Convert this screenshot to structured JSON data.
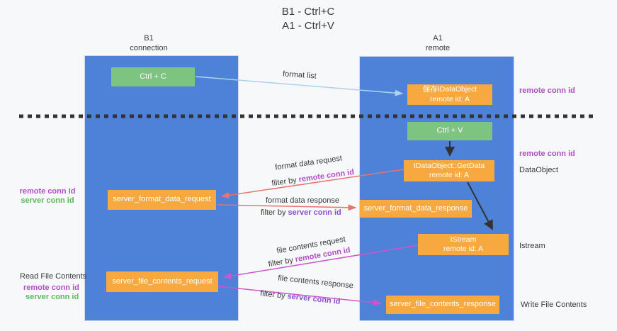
{
  "title": {
    "line1": "B1 - Ctrl+C",
    "line2": "A1 - Ctrl+V"
  },
  "lanes": {
    "left": {
      "title": "B1",
      "subtitle": "connection"
    },
    "right": {
      "title": "A1",
      "subtitle": "remote"
    }
  },
  "boxes": {
    "ctrl_c": {
      "label": "Ctrl + C"
    },
    "ctrl_v": {
      "label": "Ctrl + V"
    },
    "save_idataobject": {
      "line1": "保存IDataObject",
      "line2": "remote id: A"
    },
    "getdata": {
      "line1": "IDataObject::GetData",
      "line2": "remote id: A"
    },
    "istream": {
      "line1": "IStream",
      "line2": "remote id: A"
    },
    "server_format_data_request": {
      "label": "server_format_data_request"
    },
    "server_format_data_response": {
      "label": "server_format_data_response"
    },
    "server_file_contents_request": {
      "label": "server_file_contents_request"
    },
    "server_file_contents_response": {
      "label": "server_file_contents_response"
    }
  },
  "arrow_labels": {
    "format_list": "format list",
    "format_data_request": "format data request",
    "format_data_response": "format data response",
    "file_contents_request": "file contents request",
    "file_contents_response": "file contents response",
    "filter_by": "filter by",
    "remote_conn_id": "remote conn id",
    "server_conn_id": "server conn id"
  },
  "side_labels": {
    "remote_conn_id": "remote conn id",
    "server_conn_id": "server conn id",
    "data_object": "DataObject",
    "istream": "Istream",
    "read_file_contents": "Read File Contents",
    "write_file_contents": "Write File Contents"
  },
  "colors": {
    "lane_fill": "#4e82d8",
    "box_orange": "#f7a940",
    "box_green": "#7dc480",
    "arrow_blue": "#a8d4f0",
    "arrow_red": "#e8736f",
    "arrow_magenta": "#cf55cf",
    "arrow_black": "#333333",
    "dashed_divider": "#333333",
    "text_purple": "#b04fc4",
    "text_violet": "#8c4fd0",
    "text_green": "#5cb85c"
  }
}
